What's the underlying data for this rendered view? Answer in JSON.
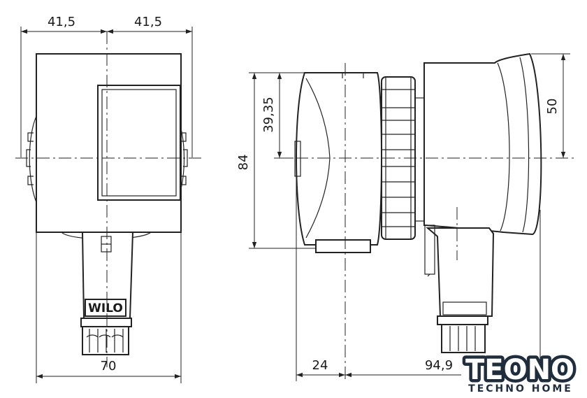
{
  "dimensions": {
    "front_half_left": "41,5",
    "front_half_right": "41,5",
    "front_width": "70",
    "side_height": "84",
    "side_center_to_top": "39,35",
    "side_head_height": "50",
    "side_depth_left": "24",
    "side_depth_right": "94,9"
  },
  "brand_plate": "WILO",
  "logo": {
    "name": "TEONO",
    "tagline": "TECHNO HOME",
    "colors": {
      "primary": "#1f2d3d",
      "accent": "#ffffff"
    }
  }
}
